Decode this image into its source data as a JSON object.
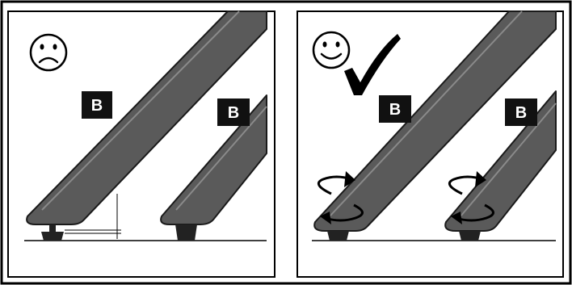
{
  "colors": {
    "leg_fill": "#5a5a5a",
    "leg_stroke": "#1a1a1a",
    "highlight": "#8a8a8a",
    "label_bg": "#111111",
    "label_text": "#ffffff"
  },
  "panels": [
    {
      "verdict": "incorrect",
      "face_icon": "sad-face-icon",
      "leg_labels": [
        "B",
        "B"
      ]
    },
    {
      "verdict": "correct",
      "face_icon": "happy-face-icon",
      "check_icon": "checkmark-icon",
      "rotate_icon": "rotate-arrows-icon",
      "leg_labels": [
        "B",
        "B"
      ]
    }
  ]
}
